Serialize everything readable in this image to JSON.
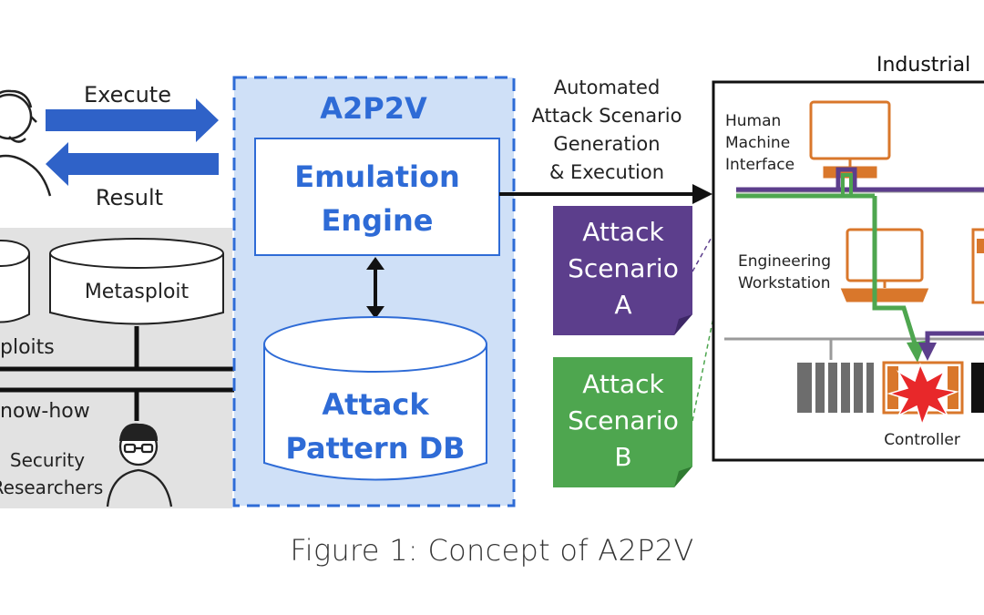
{
  "diagram": {
    "left_panel": {
      "execute_label": "Execute",
      "result_label": "Result",
      "metasploit_label": "Metasploit",
      "exploits_label": "ploits",
      "knowhow_label": "now-how",
      "security_label": "Security",
      "researchers_label": "Researchers"
    },
    "a2p2v": {
      "title": "A2P2V",
      "engine_line1": "Emulation",
      "engine_line2": "Engine",
      "db_line1": "Attack",
      "db_line2": "Pattern DB"
    },
    "automation": {
      "line1": "Automated",
      "line2": "Attack Scenario",
      "line3": "Generation",
      "line4": "& Execution"
    },
    "scenario_a": {
      "line1": "Attack",
      "line2": "Scenario",
      "line3": "A"
    },
    "scenario_b": {
      "line1": "Attack",
      "line2": "Scenario",
      "line3": "B"
    },
    "industrial": {
      "title": "Industrial",
      "hmi_line1": "Human",
      "hmi_line2": "Machine",
      "hmi_line3": "Interface",
      "ews_line1": "Engineering",
      "ews_line2": "Workstation",
      "controller_label": "Controller"
    },
    "colors": {
      "blue_arrow": "#2f62c8",
      "a2p2v_text": "#2e6bd6",
      "a2p2v_bg": "#cfe0f7",
      "purple": "#5c3e8c",
      "green": "#4ea64f",
      "orange": "#d9772b",
      "gray_panel": "#e2e2e2"
    }
  },
  "caption": "Figure 1: Concept of A2P2V"
}
